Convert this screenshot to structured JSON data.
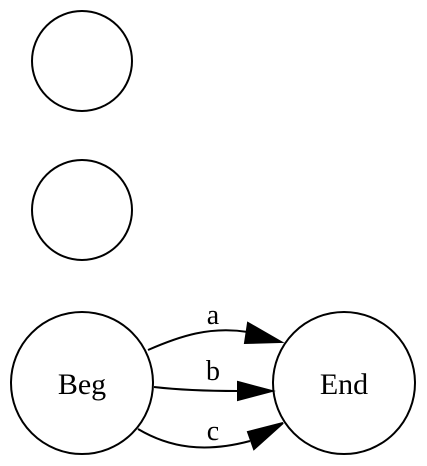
{
  "graph": {
    "nodes": {
      "empty_1": "",
      "empty_2": "",
      "beg": "Beg",
      "end": "End"
    },
    "edges": {
      "a": "a",
      "b": "b",
      "c": "c"
    }
  }
}
